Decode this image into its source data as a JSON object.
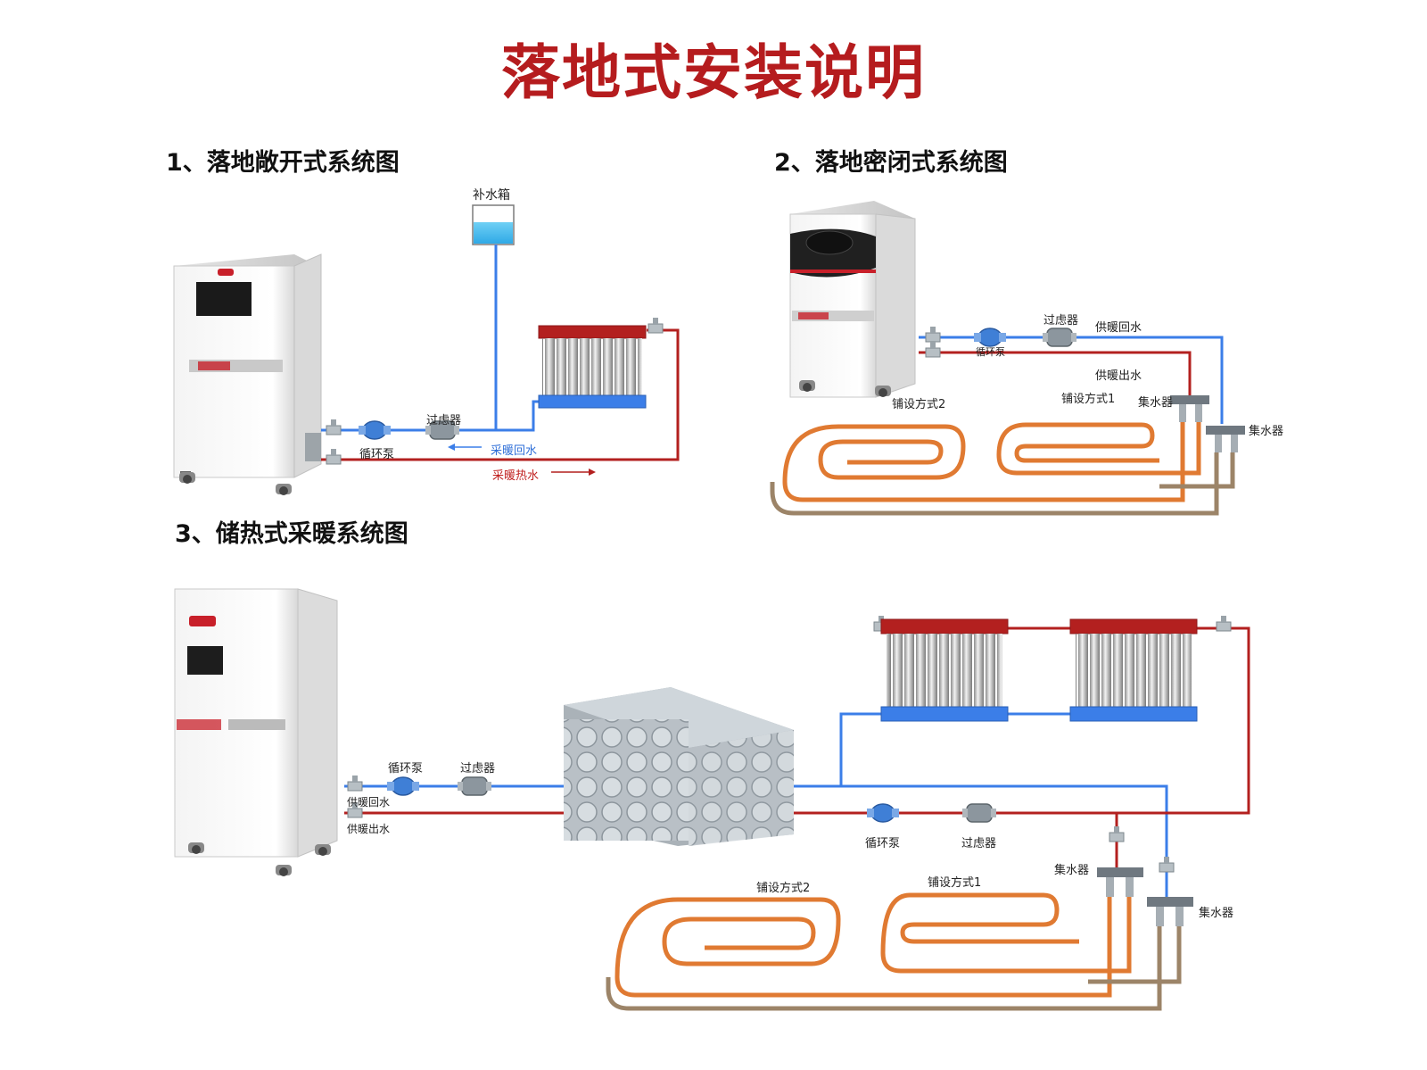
{
  "title": "落地式安装说明",
  "diagram1": {
    "heading": "1、落地敞开式系统图",
    "tank_label": "补水箱",
    "filter_label": "过虑器",
    "pump_label": "循环泵",
    "return_label": "采暖回水",
    "supply_label": "采暖热水"
  },
  "diagram2": {
    "heading": "2、落地密闭式系统图",
    "filter_label": "过虑器",
    "pump_label": "循环泵",
    "return_label": "供暖回水",
    "supply_label": "供暖出水",
    "layout2_label": "铺设方式2",
    "layout1_label": "铺设方式1",
    "manifold_a_label": "集水器",
    "manifold_b_label": "集水器"
  },
  "diagram3": {
    "heading": "3、储热式采暖系统图",
    "pump_label": "循环泵",
    "filter_label": "过虑器",
    "return_label": "供暖回水",
    "supply_label": "供暖出水",
    "pump2_label": "循环泵",
    "filter2_label": "过虑器",
    "layout2_label": "铺设方式2",
    "layout1_label": "铺设方式1",
    "manifold_a_label": "集水器",
    "manifold_b_label": "集水器"
  },
  "colors": {
    "title_red": "#b51c1e",
    "pipe_blue": "#3b7ee8",
    "pipe_red": "#b3201f",
    "floor_orange": "#e07a32",
    "floor_brown": "#9c8468"
  }
}
